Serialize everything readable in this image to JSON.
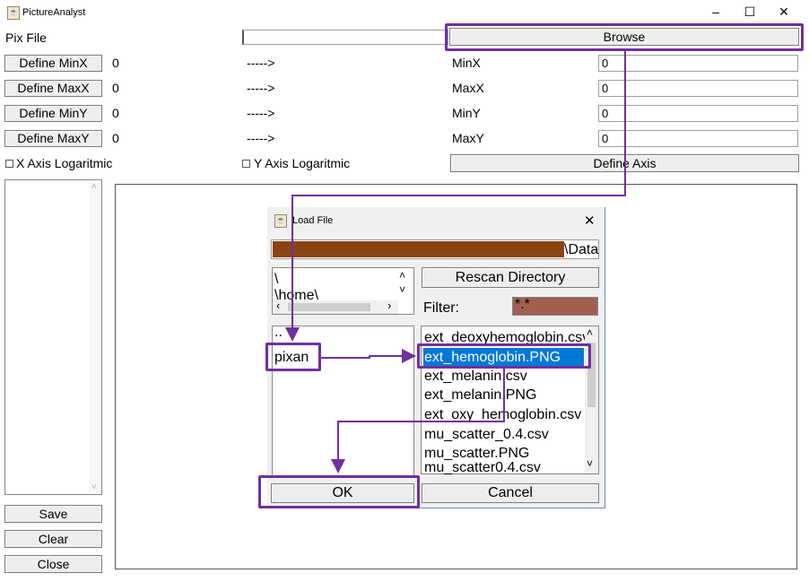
{
  "window": {
    "title": "PictureAnalyst",
    "minimize": "–",
    "maximize": "☐",
    "close": "✕"
  },
  "pix_file": {
    "label": "Pix File",
    "value": "",
    "browse": "Browse"
  },
  "rows": [
    {
      "button": "Define MinX",
      "value": "0",
      "arrow": "----->",
      "axis": "MinX",
      "field": "0"
    },
    {
      "button": "Define MaxX",
      "value": "0",
      "arrow": "----->",
      "axis": "MaxX",
      "field": "0"
    },
    {
      "button": "Define MinY",
      "value": "0",
      "arrow": "----->",
      "axis": "MinY",
      "field": "0"
    },
    {
      "button": "Define MaxY",
      "value": "0",
      "arrow": "----->",
      "axis": "MaxY",
      "field": "0"
    }
  ],
  "options": {
    "x_log": "X Axis Logaritmic",
    "y_log": "Y Axis Logaritmic",
    "define_axis": "Define Axis"
  },
  "side_buttons": {
    "save": "Save",
    "clear": "Clear",
    "close": "Close"
  },
  "dialog": {
    "title": "Load File",
    "path_tail": "\\Data",
    "dir_tree": [
      "\\",
      "\\home\\"
    ],
    "rescan": "Rescan Directory",
    "filter_label": "Filter:",
    "filter_value": "*.*",
    "folders": [
      "..",
      "pixan"
    ],
    "files": [
      "ext_deoxyhemoglobin.csv",
      "ext_hemoglobin.PNG",
      "ext_melanin.csv",
      "ext_melanin.PNG",
      "ext_oxy_hemoglobin.csv",
      "mu_scatter_0.4.csv",
      "mu_scatter.PNG",
      "mu_scatter0.4.csv"
    ],
    "selected_file": "ext_hemoglobin.PNG",
    "ok": "OK",
    "cancel": "Cancel"
  },
  "colors": {
    "accent": "#7030a0",
    "selection": "#0078d7",
    "path_fill": "#8b4513",
    "filter_fill": "#a0604f"
  }
}
